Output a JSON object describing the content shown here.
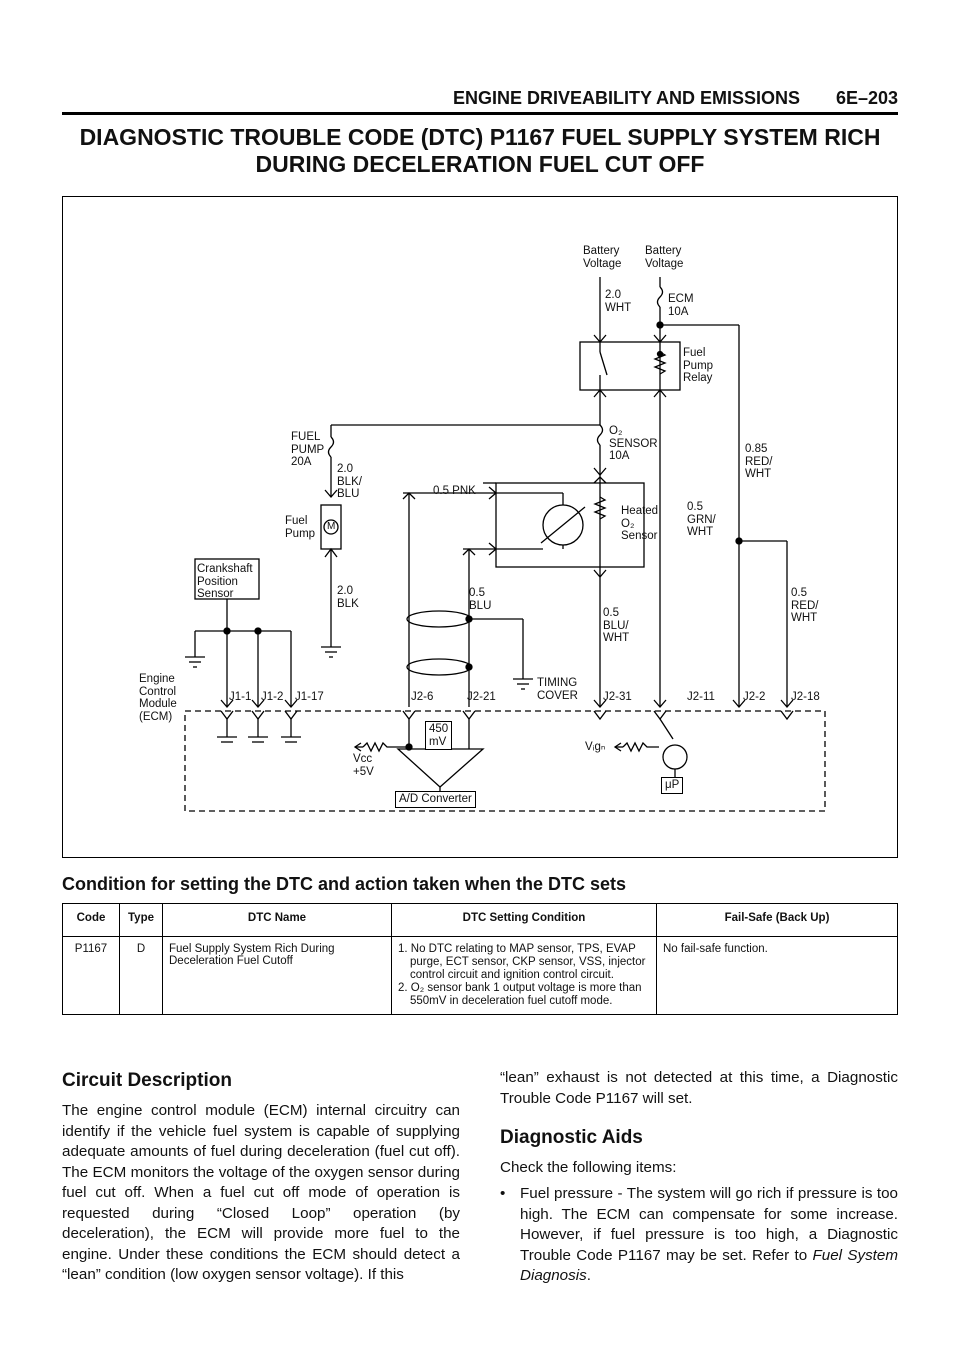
{
  "header": {
    "section": "ENGINE DRIVEABILITY AND EMISSIONS",
    "page": "6E–203"
  },
  "title_line1": "DIAGNOSTIC TROUBLE CODE (DTC) P1167 FUEL SUPPLY SYSTEM RICH",
  "title_line2": "DURING DECELERATION FUEL CUT OFF",
  "diagram": {
    "battery1": "Battery\nVoltage",
    "battery2": "Battery\nVoltage",
    "wire_2_0_wht": "2.0\nWHT",
    "ecm_fuse": "ECM\n10A",
    "fuel_pump_relay": "Fuel\nPump\nRelay",
    "o2_fuse": "O₂\nSENSOR\n10A",
    "fuel_pump_fuse": "FUEL\nPUMP\n20A",
    "wire_blk_blu": "2.0\nBLK/\nBLU",
    "fuel_pump": "Fuel\nPump",
    "motor": "M",
    "wire_pnk": "0.5 PNK",
    "heated_o2": "Heated\nO₂\nSensor",
    "wire_grn_wht": "0.5\nGRN/\nWHT",
    "wire_red_wht_085": "0.85\nRED/\nWHT",
    "crankshaft": "Crankshaft\nPosition\nSensor",
    "wire_2_0_blk": "2.0\nBLK",
    "wire_blu": "0.5\nBLU",
    "wire_blu_wht": "0.5\nBLU/\nWHT",
    "wire_red_wht_05": "0.5\nRED/\nWHT",
    "timing_cover": "TIMING\nCOVER",
    "ecm": "Engine\nControl\nModule\n(ECM)",
    "pins": [
      "J1-1",
      "J1-2",
      "J1-17",
      "J2-6",
      "J2-21",
      "J2-31",
      "J2-11",
      "J2-2",
      "J2-18"
    ],
    "mv": "450\nmV",
    "vcc": "Vcc\n+5V",
    "vign": "Vᵢgₙ",
    "micro": "μP",
    "adc": "A/D Converter"
  },
  "condition_heading": "Condition for setting the DTC and action taken when the DTC sets",
  "table": {
    "headers": [
      "Code",
      "Type",
      "DTC Name",
      "DTC Setting Condition",
      "Fail-Safe (Back Up)"
    ],
    "row": {
      "code": "P1167",
      "type": "D",
      "name": "Fuel Supply System Rich During Deceleration Fuel Cutoff",
      "cond1": "1. No DTC relating to MAP sensor, TPS, EVAP purge, ECT sensor, CKP sensor, VSS, injector control circuit and ignition control circuit.",
      "cond2": "2. O₂ sensor bank 1 output voltage is more than 550mV in deceleration fuel cutoff mode.",
      "failsafe": "No fail-safe function."
    }
  },
  "circuit": {
    "heading": "Circuit Description",
    "text_left": "The engine control module (ECM) internal circuitry can identify if the vehicle fuel system is capable of supplying adequate amounts of fuel during deceleration (fuel cut off). The ECM monitors the voltage of the oxygen sensor during fuel cut off. When a fuel cut off mode of operation is requested during “Closed Loop” operation (by deceleration), the ECM will provide more fuel to the engine. Under these conditions the ECM should detect a “lean” condition (low oxygen sensor voltage). If this",
    "text_right": "“lean” exhaust is not detected at this time, a Diagnostic Trouble Code P1167 will set."
  },
  "aids": {
    "heading": "Diagnostic Aids",
    "intro": "Check the following items:",
    "bullet": "Fuel pressure - The system will go rich if pressure is too high. The ECM can compensate for some increase. However, if fuel pressure is too high, a Diagnostic Trouble Code P1167 may be set. Refer to",
    "bullet_ref": "Fuel System Diagnosis",
    "bullet_end": "."
  }
}
